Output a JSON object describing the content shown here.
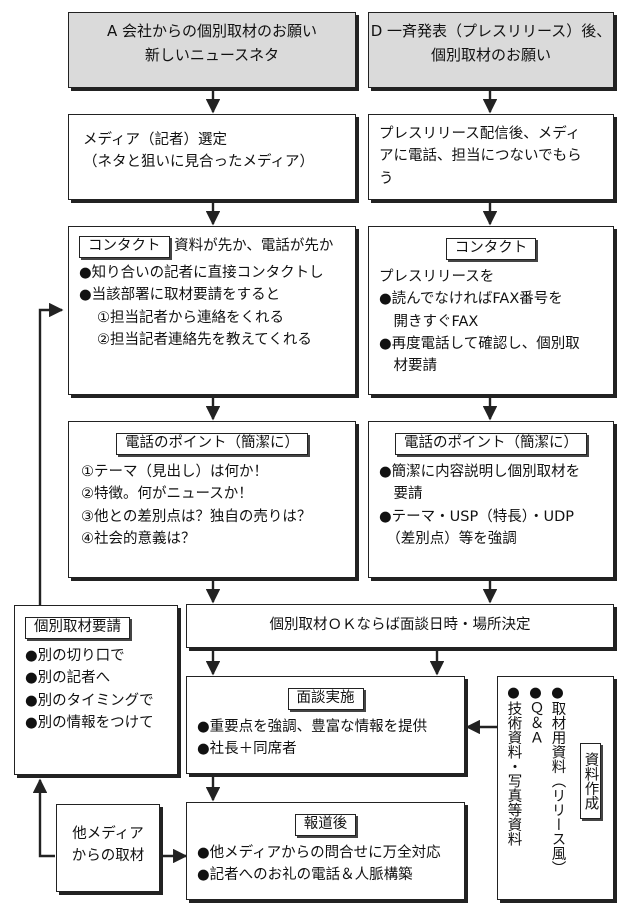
{
  "headA": [
    "A 会社からの個別取材のお願い",
    "新しいニュースネタ"
  ],
  "headD": [
    "D 一斉発表（プレスリリース）後、",
    "個別取材のお願い"
  ],
  "a1": [
    "メディア（記者）選定",
    "（ネタと狙いに見合ったメディア）"
  ],
  "d1": [
    "プレスリリース配信後、メディ",
    "アに電話、担当につないでもら",
    "う"
  ],
  "a2": {
    "pill": "コンタクト",
    "after": "資料が先か、電話が先か",
    "lines": [
      "●知り合いの記者に直接コンタクトし",
      "●当該部署に取材要請をすると"
    ],
    "sub": [
      "①担当記者から連絡をくれる",
      "②担当記者連絡先を教えてくれる"
    ]
  },
  "d2": {
    "pill": "コンタクト",
    "lines": [
      "プレスリリースを",
      "●読んでなければFAX番号を",
      "　開きすぐFAX",
      "●再度電話して確認し、個別取",
      "　材要請"
    ]
  },
  "a3": {
    "pill": "電話のポイント（簡潔に）",
    "lines": [
      "①テーマ（見出し）は何か！",
      "②特徴。何がニュースか！",
      "③他との差別点は？独自の売りは？",
      "④社会的意義は？"
    ]
  },
  "d3": {
    "pill": "電話のポイント（簡潔に）",
    "lines": [
      "●簡潔に内容説明し個別取材を",
      "　要請",
      "●テーマ・USP（特長）・UDP",
      "　（差別点）等を強調"
    ]
  },
  "merge": "個別取材ＯＫならば面談日時・場所決定",
  "left": {
    "pill": "個別取材要請",
    "lines": [
      "●別の切り口で",
      "●別の記者へ",
      "●別のタイミングで",
      "●別の情報をつけて"
    ]
  },
  "meet": {
    "pill": "面談実施",
    "lines": [
      "●重要点を強調、豊富な情報を提供",
      "●社長＋同席者"
    ]
  },
  "other": [
    "他メディア",
    "からの取材"
  ],
  "report": {
    "pill": "報道後",
    "lines": [
      "●他メディアからの問合せに万全対応",
      "●記者へのお礼の電話＆人脈構築"
    ]
  },
  "side": {
    "cols": [
      "●取材用資料（リリース風）",
      "●Ｑ＆Ａ",
      "●技術資料・写真等資料"
    ],
    "pill": "資料作成"
  }
}
